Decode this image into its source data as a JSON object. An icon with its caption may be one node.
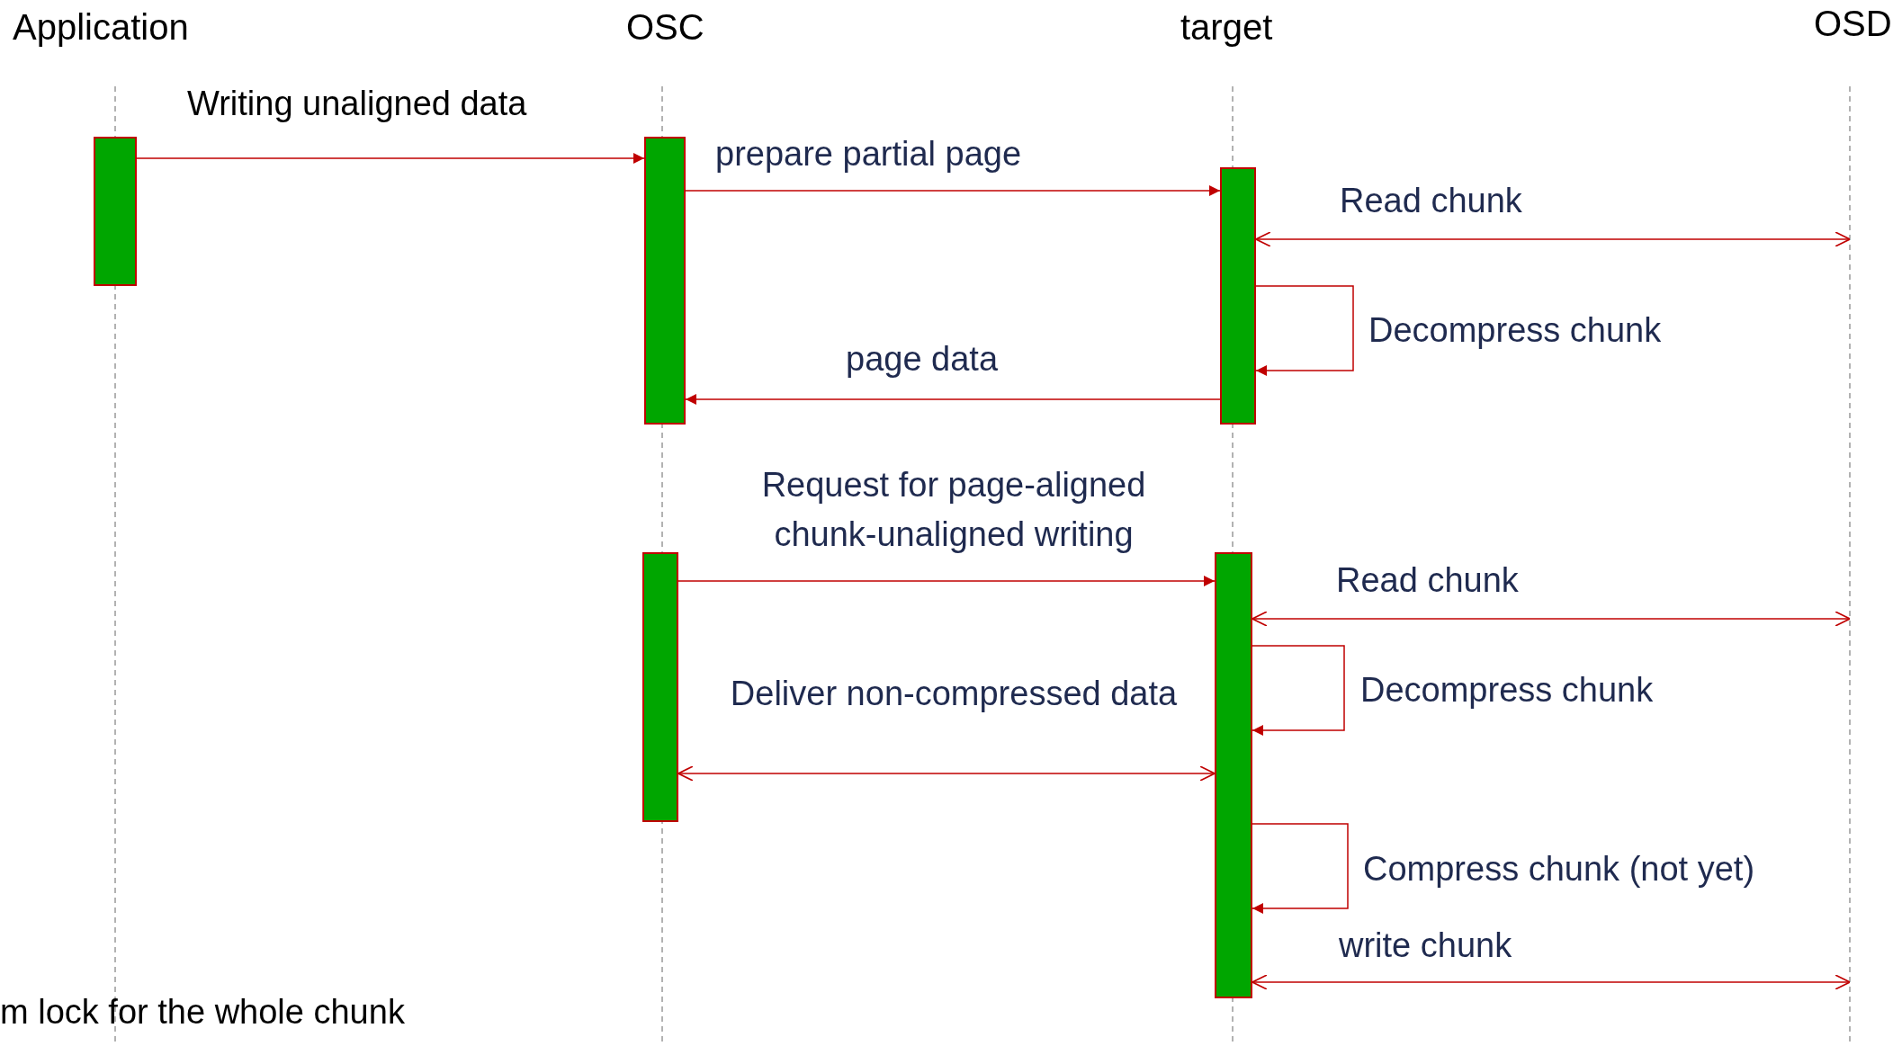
{
  "diagram": {
    "nodes": [
      {
        "text": [
          "Application"
        ]
      },
      {
        "text": [
          "OSC"
        ]
      },
      {
        "text": [
          "target"
        ]
      },
      {
        "text": [
          "OSD"
        ]
      },
      {
        "text": [],
        "shape": "bar"
      },
      {
        "text": [],
        "shape": "bar"
      },
      {
        "text": [],
        "shape": "bar"
      },
      {
        "text": [],
        "shape": "bar"
      },
      {
        "text": [],
        "shape": "bar"
      }
    ],
    "edges": [
      {
        "from": 4,
        "to": 5,
        "arrow": "to",
        "label": "Writing unaligned data"
      },
      {
        "from": 5,
        "to": 6,
        "arrow": "to",
        "label": "prepare partial page"
      },
      {
        "from": 6,
        "to": null,
        "arrow": "both",
        "label": "Read chunk"
      },
      {
        "from": 6,
        "to": 6,
        "arrow": "to",
        "label": "Decompress chunk"
      },
      {
        "from": 6,
        "to": 5,
        "arrow": "to",
        "label": "page data"
      },
      {
        "from": 7,
        "to": 8,
        "arrow": "to",
        "label": "Request for page-aligned chunk-unaligned writing"
      },
      {
        "from": 8,
        "to": null,
        "arrow": "both",
        "label": "Read chunk"
      },
      {
        "from": 8,
        "to": 8,
        "arrow": "to",
        "label": "Decompress chunk"
      },
      {
        "from": 7,
        "to": 8,
        "arrow": "both",
        "label": "Deliver non-compressed data"
      },
      {
        "from": 8,
        "to": 8,
        "arrow": "to",
        "label": "Compress chunk (not yet)"
      },
      {
        "from": 8,
        "to": null,
        "arrow": "both",
        "label": "write chunk"
      }
    ],
    "labels": [
      "m lock for the whole chunk"
    ]
  }
}
